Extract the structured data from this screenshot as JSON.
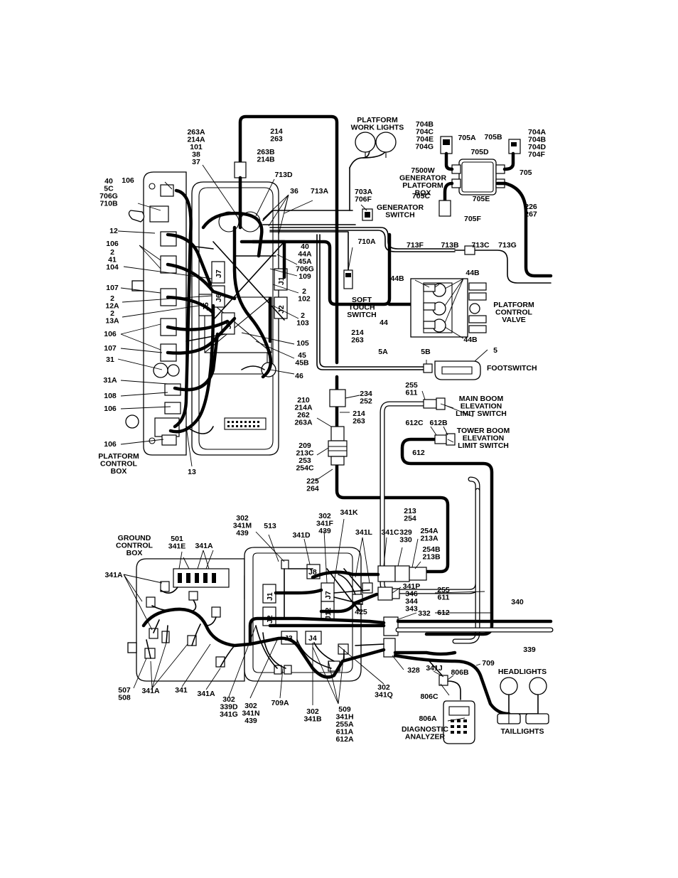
{
  "components": {
    "platform_work_lights": "PLATFORM\nWORK LIGHTS",
    "generator_platform_box": "7500W\nGENERATOR\nPLATFORM\nBOX",
    "generator_switch": "GENERATOR\nSWITCH",
    "soft_touch_switch": "SOFT\nTOUCH\nSWITCH",
    "platform_control_valve": "PLATFORM\nCONTROL\nVALVE",
    "footswitch": "FOOTSWITCH",
    "platform_control_box": "PLATFORM\nCONTROL\nBOX",
    "main_boom_limit_switch": "MAIN BOOM\nELEVATION\nLIMIT SWITCH",
    "tower_boom_limit_switch": "TOWER BOOM\nELEVATION\nLIMIT SWITCH",
    "ground_control_box": "GROUND\nCONTROL\nBOX",
    "headlights": "HEADLIGHTS",
    "taillights": "TAILLIGHTS",
    "diagnostic_analyzer": "DIAGNOSTIC\nANALYZER"
  },
  "connectors": {
    "j7_top": "J7",
    "j6_top": "J6",
    "j5_top": "J5",
    "j8_top": "J8",
    "j1_top": "J1",
    "j2_top": "J2",
    "j8_bot": "J8",
    "j1_bot": "J1",
    "j7_bot": "J7",
    "j12_bot": "J12",
    "j2_bot": "J2",
    "j3_bot": "J3",
    "j4_bot": "J4"
  },
  "wire_labels": {
    "w214_263_top": "214\n263",
    "w263a_group": "263A\n214A\n101\n38\n37",
    "w263b_214b": "263B\n214B",
    "w713d": "713D",
    "w36": "36",
    "w713a": "713A",
    "w703a_706f": "703A\n706F",
    "w704_left": "704B\n704C\n704E\n704G",
    "w705a": "705A",
    "w705b": "705B",
    "w704_right": "704A\n704B\n704D\n704F",
    "w705d": "705D",
    "w705": "705",
    "w705c": "705C",
    "w705e": "705E",
    "w705f": "705F",
    "w226_267": "226\n267",
    "w106_a": "106",
    "w40_group": "40\n5C\n706G\n710B",
    "w12": "12",
    "w106_b": "106",
    "w2_41_104": "2\n41\n104",
    "w107_a": "107",
    "w2_12a": "2\n12A",
    "w2_13a": "2\n13A",
    "w106_c": "106",
    "w107_b": "107",
    "w31": "31",
    "w31a": "31A",
    "w108": "108",
    "w106_d": "106",
    "w106_e": "106",
    "w13": "13",
    "w710a": "710A",
    "w713f": "713F",
    "w713b": "713B",
    "w713c": "713C",
    "w713g": "713G",
    "w40_44a_group": "40\n44A\n45A\n706G",
    "w109": "109",
    "w2_102": "2\n102",
    "w2_103": "2\n103",
    "w105": "105",
    "w45_45b": "45\n45B",
    "w46": "46",
    "w44b_a": "44B",
    "w44b_b": "44B",
    "w44b_c": "44B",
    "w44": "44",
    "w214_263_mid": "214\n263",
    "w5a": "5A",
    "w5b": "5B",
    "w5": "5",
    "w210_group": "210\n214A\n262\n263A",
    "w234_252": "234\n252",
    "w214_263_low": "214\n263",
    "w255_611_top": "255\n611",
    "w612c": "612C",
    "w612b": "612B",
    "w612": "612",
    "w209_group": "209\n213C\n253\n254C",
    "w225_264": "225\n264",
    "w213_254": "213\n254",
    "w302_341m": "302\n341M\n439",
    "w513": "513",
    "w302_341f": "302\n341F\n439",
    "w341k": "341K",
    "w341d": "341D",
    "w341l": "341L",
    "w341c": "341C",
    "w329_330": "329\n330",
    "w254a_213a": "254A\n213A",
    "w254b_213b": "254B\n213B",
    "w501_341e": "501\n341E",
    "w341a_top": "341A",
    "w341a_left": "341A",
    "w341p_group": "341P\n346\n344\n343",
    "w255_611_bot": "255\n611",
    "w612_bot": "612",
    "w340": "340",
    "w425": "425",
    "w332": "332",
    "w339": "339",
    "w328": "328",
    "w341j": "341J",
    "w709": "709",
    "w806b": "806B",
    "w806c": "806C",
    "w806a": "806A",
    "w507_508": "507\n508",
    "w341a_bot1": "341A",
    "w341": "341",
    "w341a_bot2": "341A",
    "w302_339d": "302\n339D\n341G",
    "w302_341n": "302\n341N\n439",
    "w709a": "709A",
    "w302_341b": "302\n341B",
    "w509_group": "509\n341H\n255A\n611A\n612A",
    "w302_341q": "302\n341Q"
  }
}
